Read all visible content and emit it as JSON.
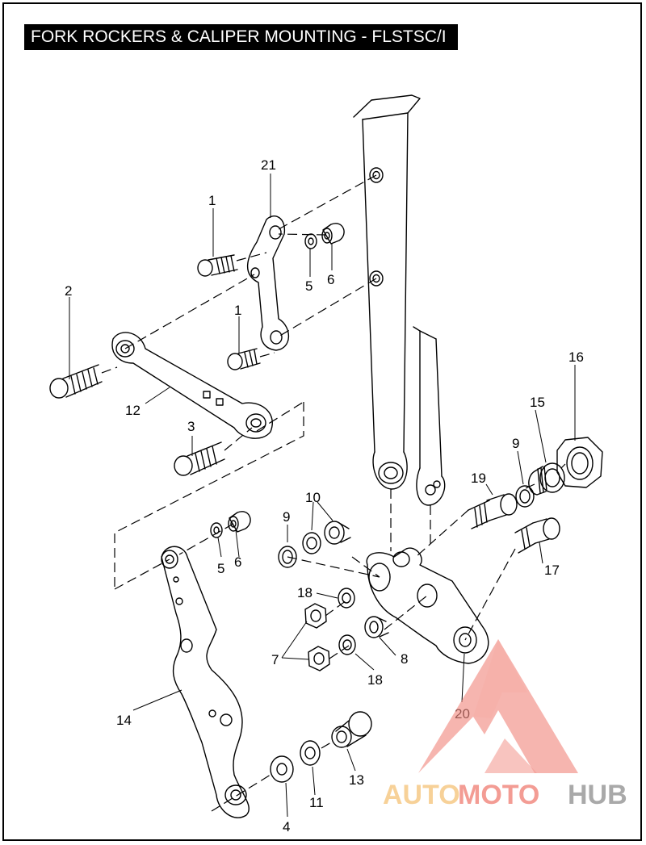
{
  "title": "FORK ROCKERS & CALIPER MOUNTING - FLSTSC/I",
  "callouts": {
    "c1a": "1",
    "c1b": "1",
    "c2": "2",
    "c3": "3",
    "c4": "4",
    "c5a": "5",
    "c5b": "5",
    "c6a": "6",
    "c6b": "6",
    "c7": "7",
    "c8": "8",
    "c9a": "9",
    "c9b": "9",
    "c10": "10",
    "c11": "11",
    "c12": "12",
    "c13": "13",
    "c14": "14",
    "c15": "15",
    "c16": "16",
    "c17": "17",
    "c18a": "18",
    "c18b": "18",
    "c19": "19",
    "c20": "20",
    "c21": "21"
  },
  "watermark": {
    "part1": "AUTO",
    "part2": "MOTO",
    "part3": "HUB",
    "color_light": "#f6c987",
    "color_mid": "#f28b82",
    "color_dark": "#9b9b9b"
  }
}
